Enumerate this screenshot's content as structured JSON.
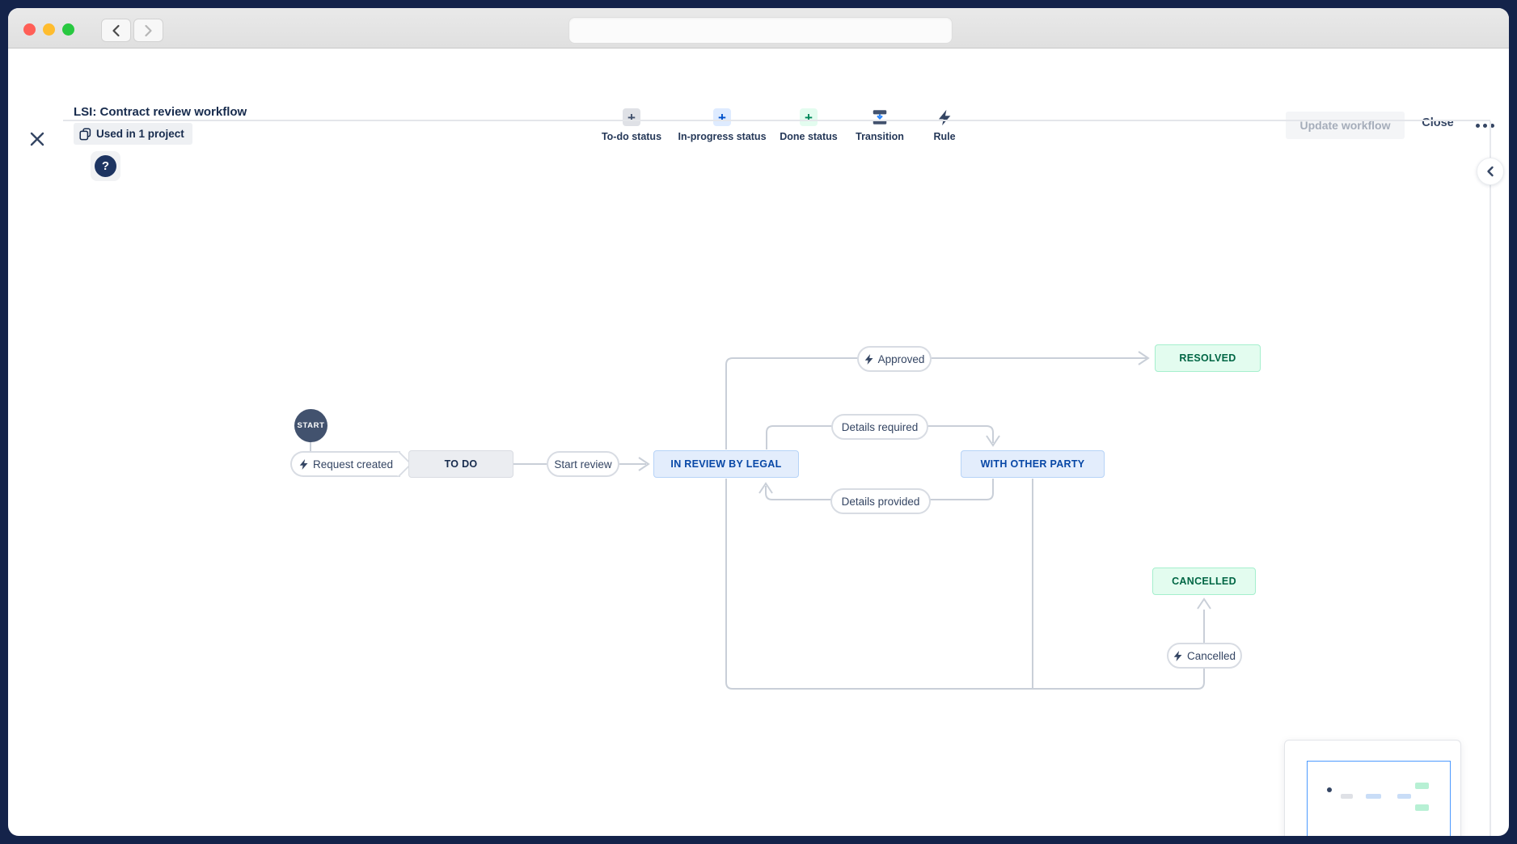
{
  "browser": {
    "address_value": ""
  },
  "header": {
    "title": "LSI: Contract review workflow",
    "usage_badge": "Used in 1 project",
    "actions": {
      "update": "Update workflow",
      "close": "Close"
    }
  },
  "toolbar": {
    "items": [
      {
        "label": "To-do status"
      },
      {
        "label": "In-progress status"
      },
      {
        "label": "Done status"
      },
      {
        "label": "Transition"
      },
      {
        "label": "Rule"
      }
    ]
  },
  "icons": {
    "add": "+",
    "help": "?"
  },
  "workflow": {
    "start": "START",
    "statuses": {
      "todo": "TO DO",
      "in_review": "IN REVIEW BY LEGAL",
      "with_other_party": "WITH OTHER PARTY",
      "resolved": "RESOLVED",
      "cancelled": "CANCELLED"
    },
    "transitions": {
      "request_created": "Request created",
      "start_review": "Start review",
      "approved": "Approved",
      "details_required": "Details required",
      "details_provided": "Details provided",
      "cancelled": "Cancelled"
    }
  },
  "colors": {
    "frame_background": "#14234a",
    "navy_text": "#172b4d",
    "todo_bg": "#ebedf1",
    "in_progress_bg": "#e3edfc",
    "in_progress_text": "#0747a6",
    "done_bg": "#e3fcef",
    "done_text": "#006644",
    "edge_gray": "#c9cfd8",
    "minimap_viewport_blue": "#4c9aff"
  }
}
